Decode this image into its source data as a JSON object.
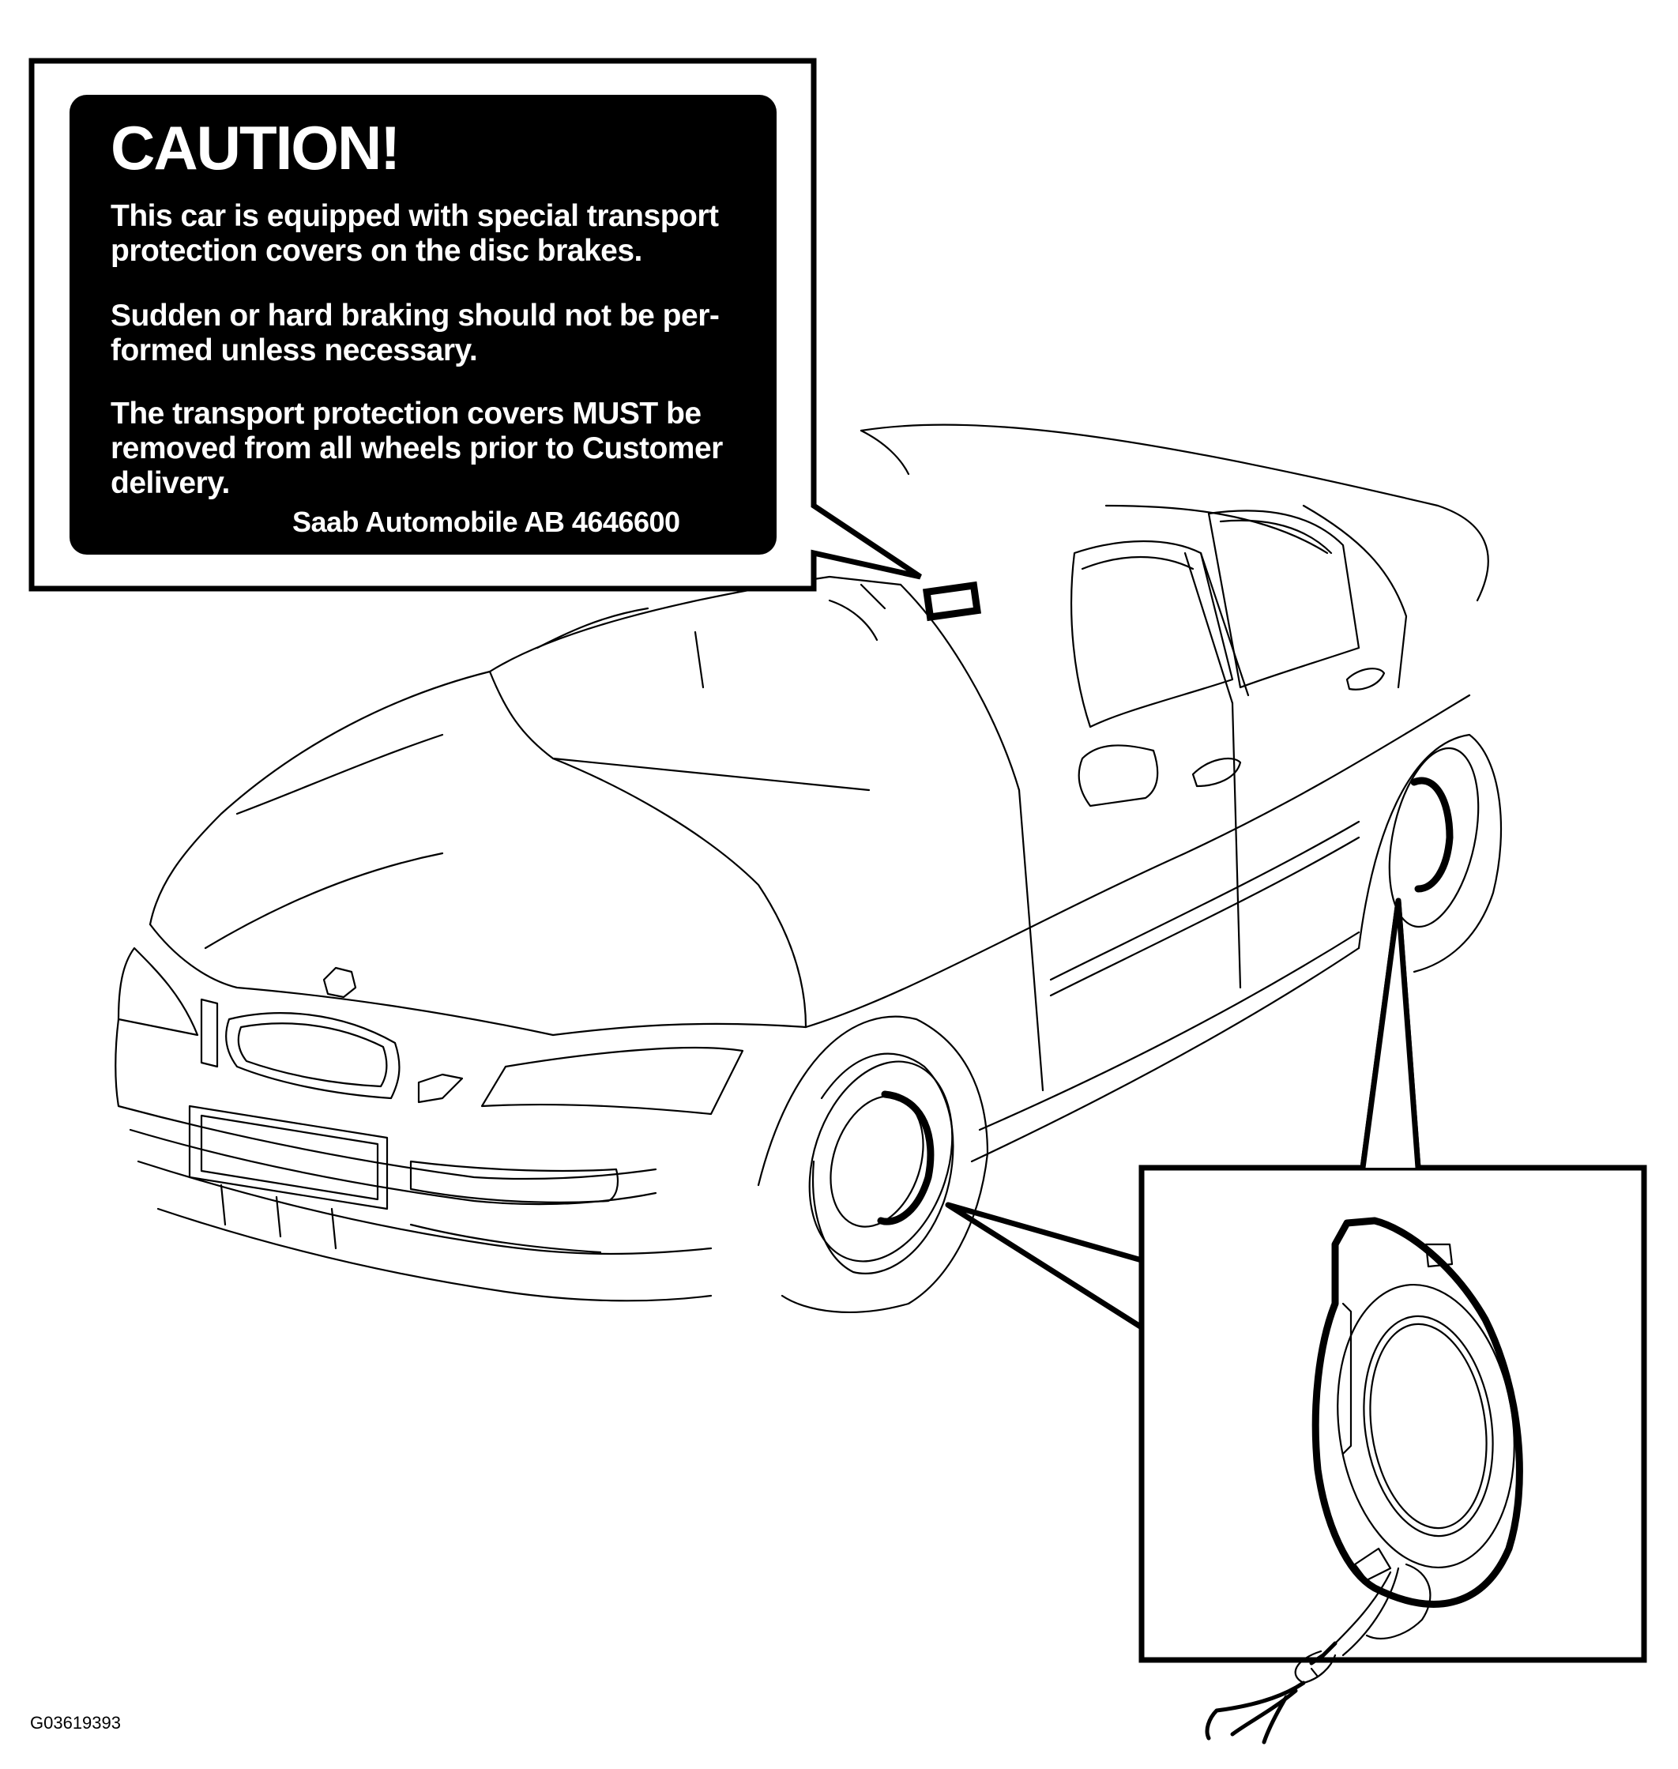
{
  "caution_label": {
    "title": "CAUTION!",
    "paragraph_1": "This car is equipped with special transport protection covers on the disc brakes.",
    "paragraph_2": "Sudden or hard braking should not be per-formed unless necessary.",
    "paragraph_3": "The transport protection covers MUST be removed from all wheels prior to Customer delivery.",
    "footer": "Saab Automobile AB  4646600"
  },
  "figure_id": "G03619393",
  "colors": {
    "label_background": "#000000",
    "label_text": "#ffffff",
    "line_art": "#000000",
    "page_background": "#ffffff"
  }
}
